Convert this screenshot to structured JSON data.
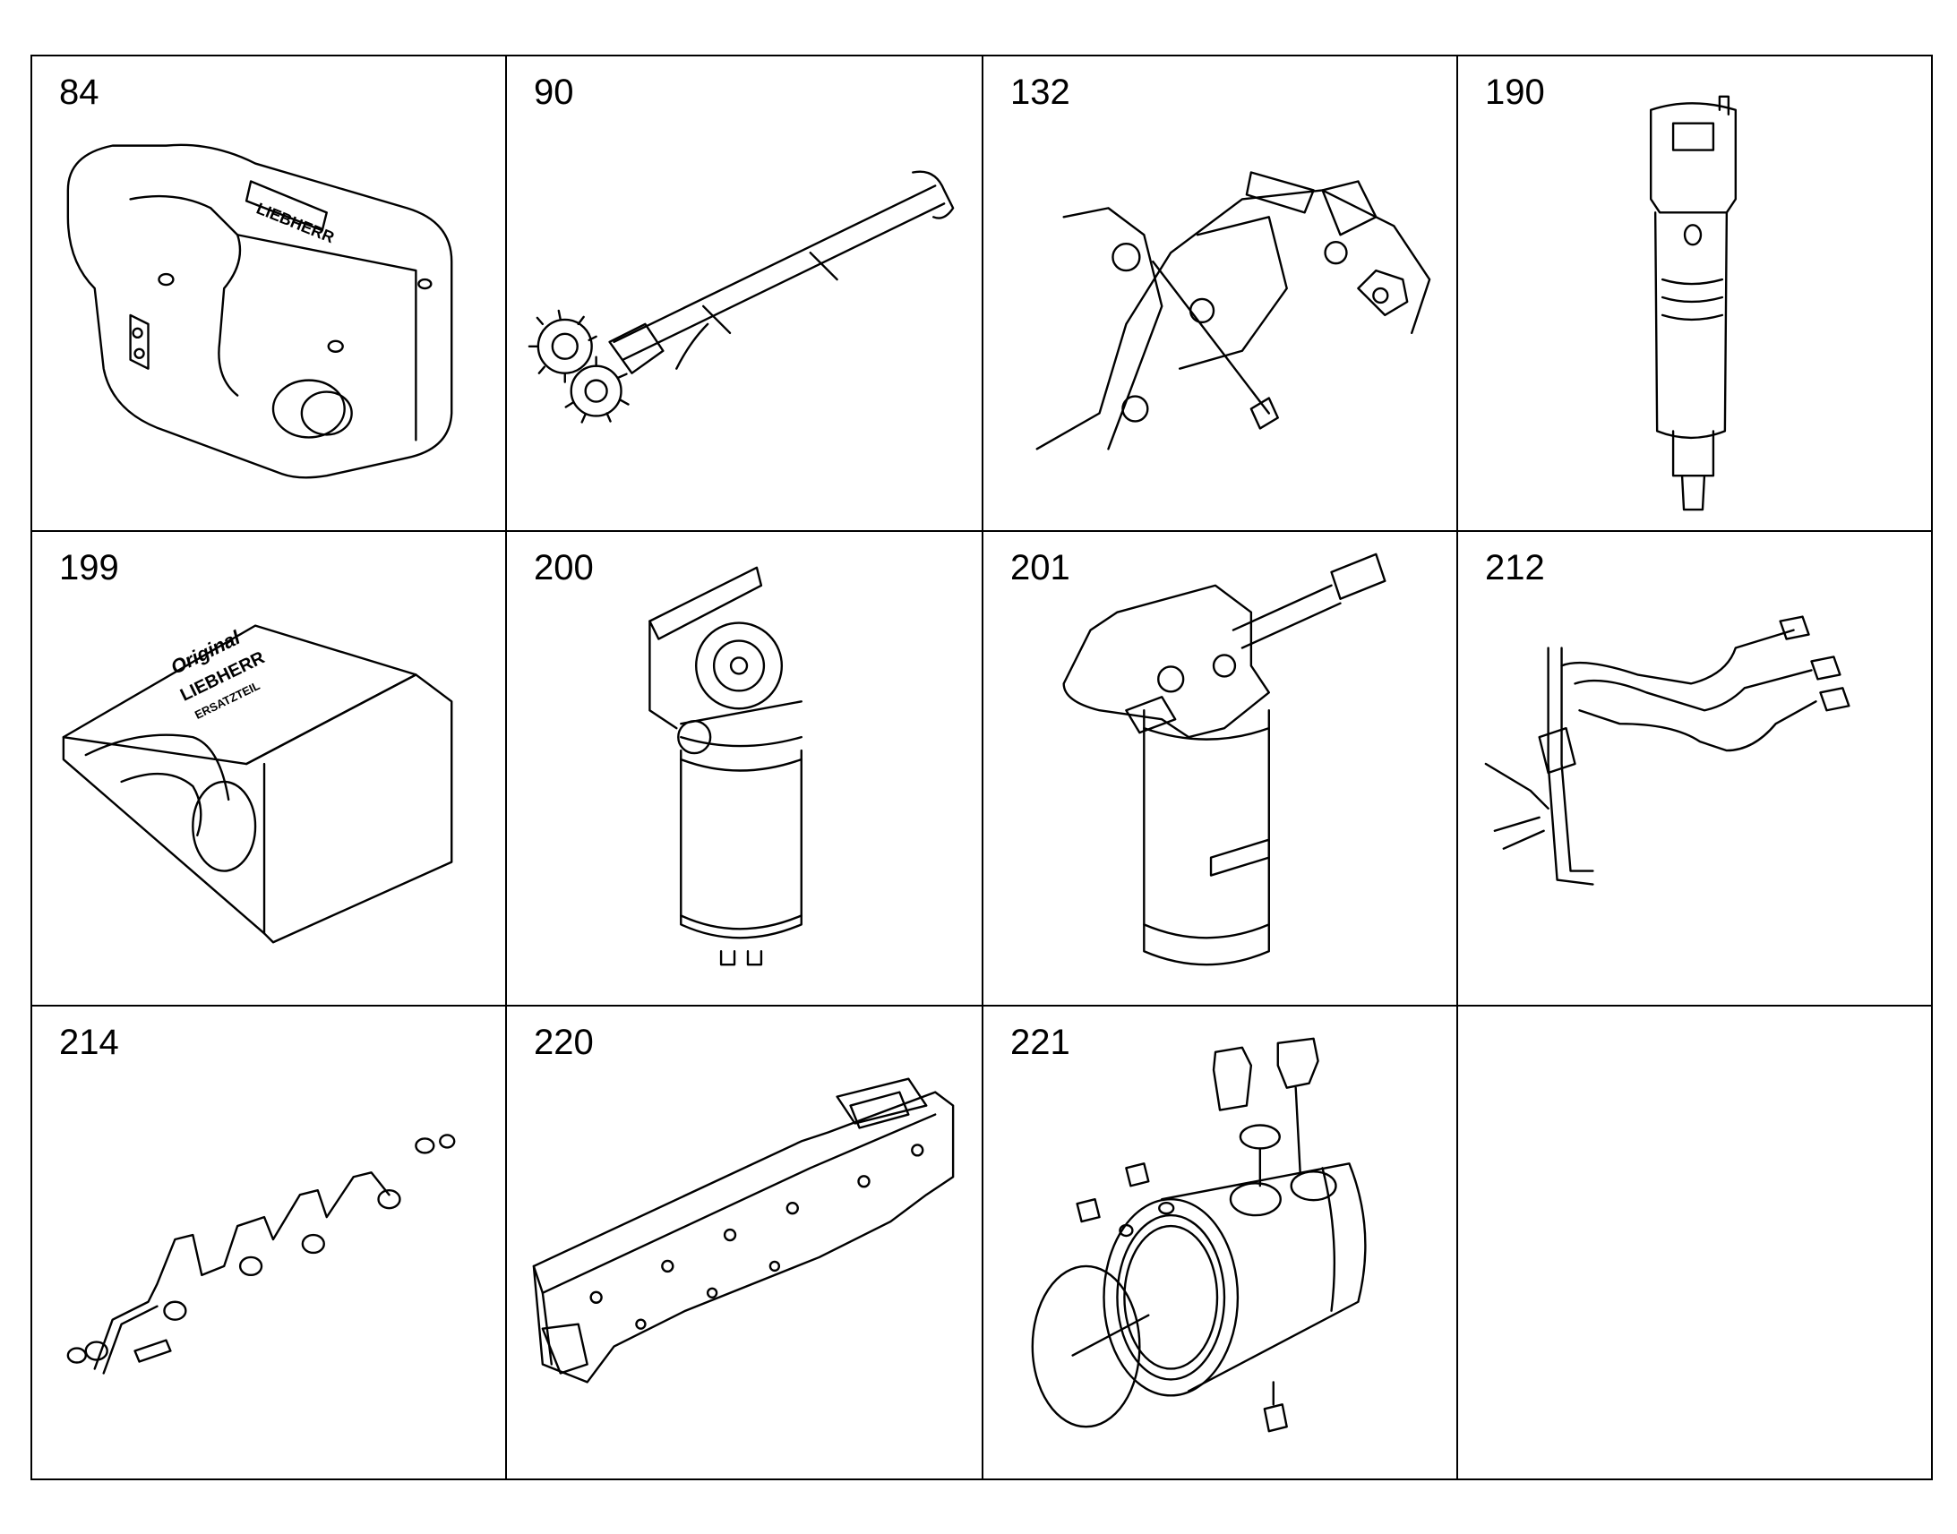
{
  "parts": [
    {
      "number": "84"
    },
    {
      "number": "90"
    },
    {
      "number": "132"
    },
    {
      "number": "190"
    },
    {
      "number": "199"
    },
    {
      "number": "200"
    },
    {
      "number": "201"
    },
    {
      "number": "212"
    },
    {
      "number": "214"
    },
    {
      "number": "220"
    },
    {
      "number": "221"
    },
    {
      "number": ""
    }
  ],
  "brand": "LIEBHERR",
  "box_text": [
    "Original",
    "LIEBHERR",
    "ERSATZTEIL"
  ]
}
